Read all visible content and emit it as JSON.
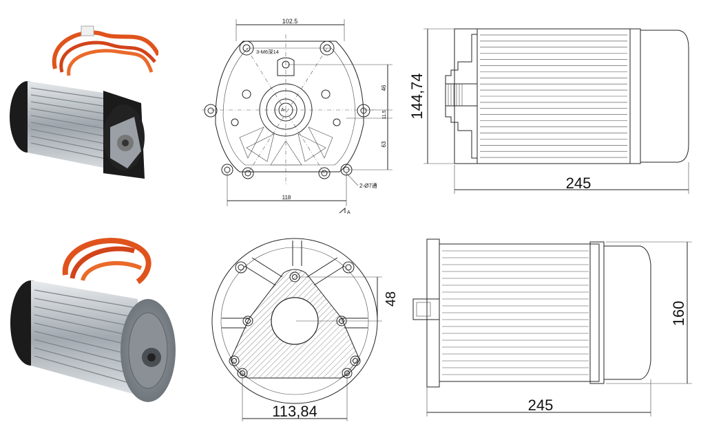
{
  "photos": {
    "top": "motor-photo-with-orange-cables",
    "bottom": "motor-photo-front-face"
  },
  "drawing_top_front": {
    "dim_width_top": "102.5",
    "dim_bolt": "3-M6深14",
    "dim_right_upper": "46",
    "dim_right_mid": "11.5",
    "dim_right_lower": "63",
    "dim_bottom": "118",
    "dim_hole": "2-Ø7通",
    "center_mark": "A",
    "view_mark": "A"
  },
  "drawing_top_side": {
    "dim_height": "144,74",
    "dim_length": "245"
  },
  "drawing_bottom_front": {
    "dim_right": "48",
    "dim_bottom": "113,84"
  },
  "drawing_bottom_side": {
    "dim_height": "160",
    "dim_length": "245"
  },
  "colors": {
    "cable": "#e0531c",
    "housing": "#c9ced3",
    "endcap": "#1b1b1b",
    "line": "#222222"
  }
}
